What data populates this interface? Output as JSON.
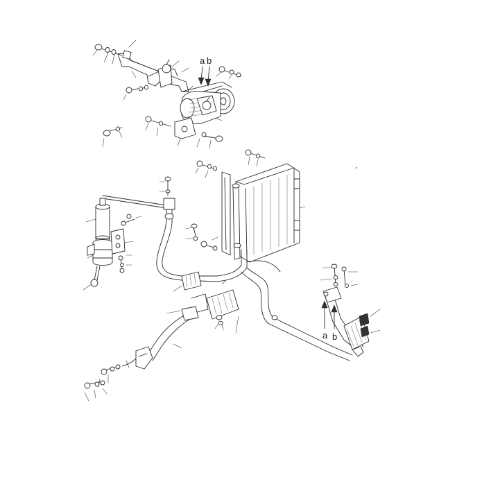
{
  "diagram": {
    "type": "exploded-parts-view",
    "colors": {
      "line": "#2a2a2a",
      "background": "#ffffff",
      "fill_dark": "#333333"
    },
    "arrow_labels": {
      "top_a": "a",
      "top_b": "b",
      "right_a": "a",
      "right_b": "b"
    }
  }
}
